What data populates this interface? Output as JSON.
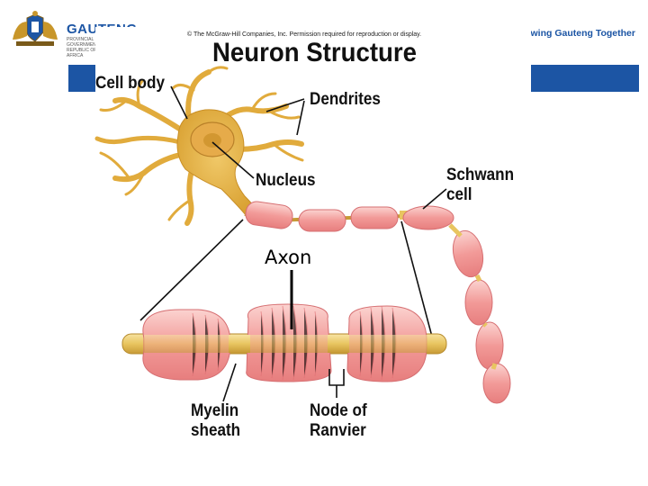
{
  "header": {
    "brand": "GAUTENG",
    "brand_sub": "PROVINCIAL GOVERNMENT REPUBLIC OF SOUTH AFRICA",
    "tagline": "rowing Gauteng Together",
    "logo_icon": "coat-of-arms-icon",
    "accent_color": "#1c55a4"
  },
  "figure": {
    "copyright": "© The McGraw-Hill Companies, Inc. Permission required for reproduction or display.",
    "title": "Neuron Structure"
  },
  "labels": {
    "cell_body": "Cell body",
    "dendrites": "Dendrites",
    "nucleus": "Nucleus",
    "schwann_line1": "Schwann",
    "schwann_line2": "cell",
    "axon": "Axon",
    "myelin_line1": "Myelin",
    "myelin_line2": "sheath",
    "node_line1": "Node of",
    "node_line2": "Ranvier"
  },
  "colors": {
    "cell": "#e8b43a",
    "myelin": "#f2a3a3",
    "axon_core": "#e8c560"
  }
}
